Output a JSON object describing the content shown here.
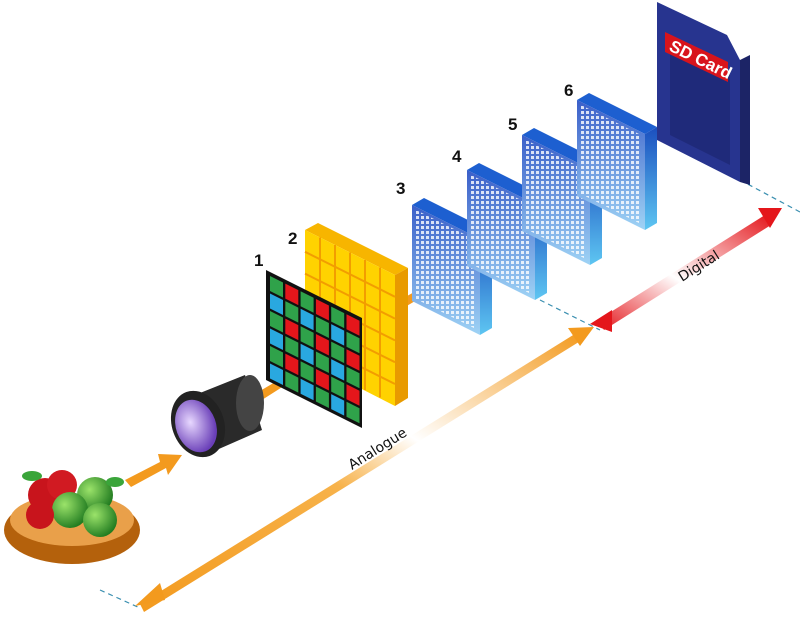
{
  "diagram": {
    "stage_labels": [
      "1",
      "2",
      "3",
      "4",
      "5",
      "6"
    ],
    "sd_card_label": "SD Card",
    "analogue_label": "Analogue",
    "digital_label": "Digital"
  },
  "colors": {
    "arrow_orange": "#f39a1e",
    "arrow_red": "#e4161b",
    "panel_blue": "#2f6fd8",
    "sd_blue": "#27348f",
    "sd_red": "#d8141c",
    "filter_yellow": "#ffd200"
  }
}
